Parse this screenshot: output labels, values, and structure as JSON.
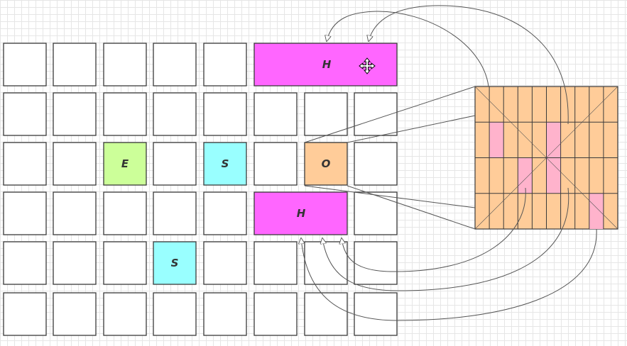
{
  "colors": {
    "cell_border": "#3a3a3a",
    "empty_fill": "#ffffff",
    "h_fill": "#ff66ff",
    "e_fill": "#ccff99",
    "s_fill": "#99ffff",
    "o_fill": "#ffcc99",
    "buffer_fill": "#ffcc99",
    "buffer_mark": "#ffb3cc",
    "connector": "#555555"
  },
  "blocks": {
    "h_top": {
      "label": "H"
    },
    "h_mid": {
      "label": "H"
    },
    "e": {
      "label": "E"
    },
    "s_row3": {
      "label": "S"
    },
    "s_row5": {
      "label": "S"
    },
    "o": {
      "label": "O"
    }
  },
  "move_cursor_icon": "move-cursor-icon"
}
